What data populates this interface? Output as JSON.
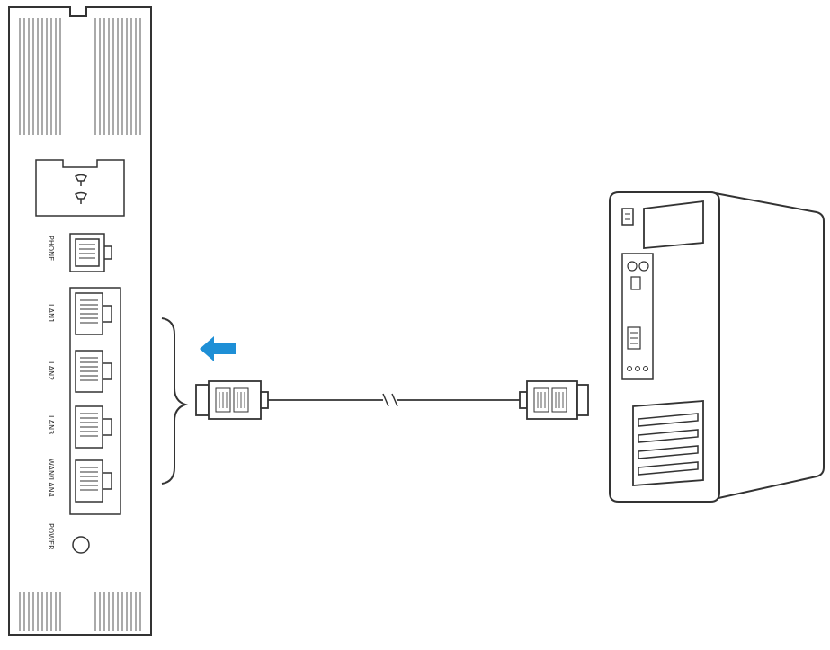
{
  "router": {
    "ports": [
      {
        "id": "phone",
        "label": "PHONE"
      },
      {
        "id": "lan1",
        "label": "LAN1"
      },
      {
        "id": "lan2",
        "label": "LAN2"
      },
      {
        "id": "lan3",
        "label": "LAN3"
      },
      {
        "id": "wan",
        "label": "WAN/LAN4"
      },
      {
        "id": "power",
        "label": "POWER"
      }
    ]
  },
  "arrow": {
    "direction": "left",
    "color": "#1e8fd6"
  },
  "icons": [
    "sim-card-icon",
    "arrow-left-icon",
    "computer-tower-icon",
    "ethernet-plug-icon"
  ]
}
